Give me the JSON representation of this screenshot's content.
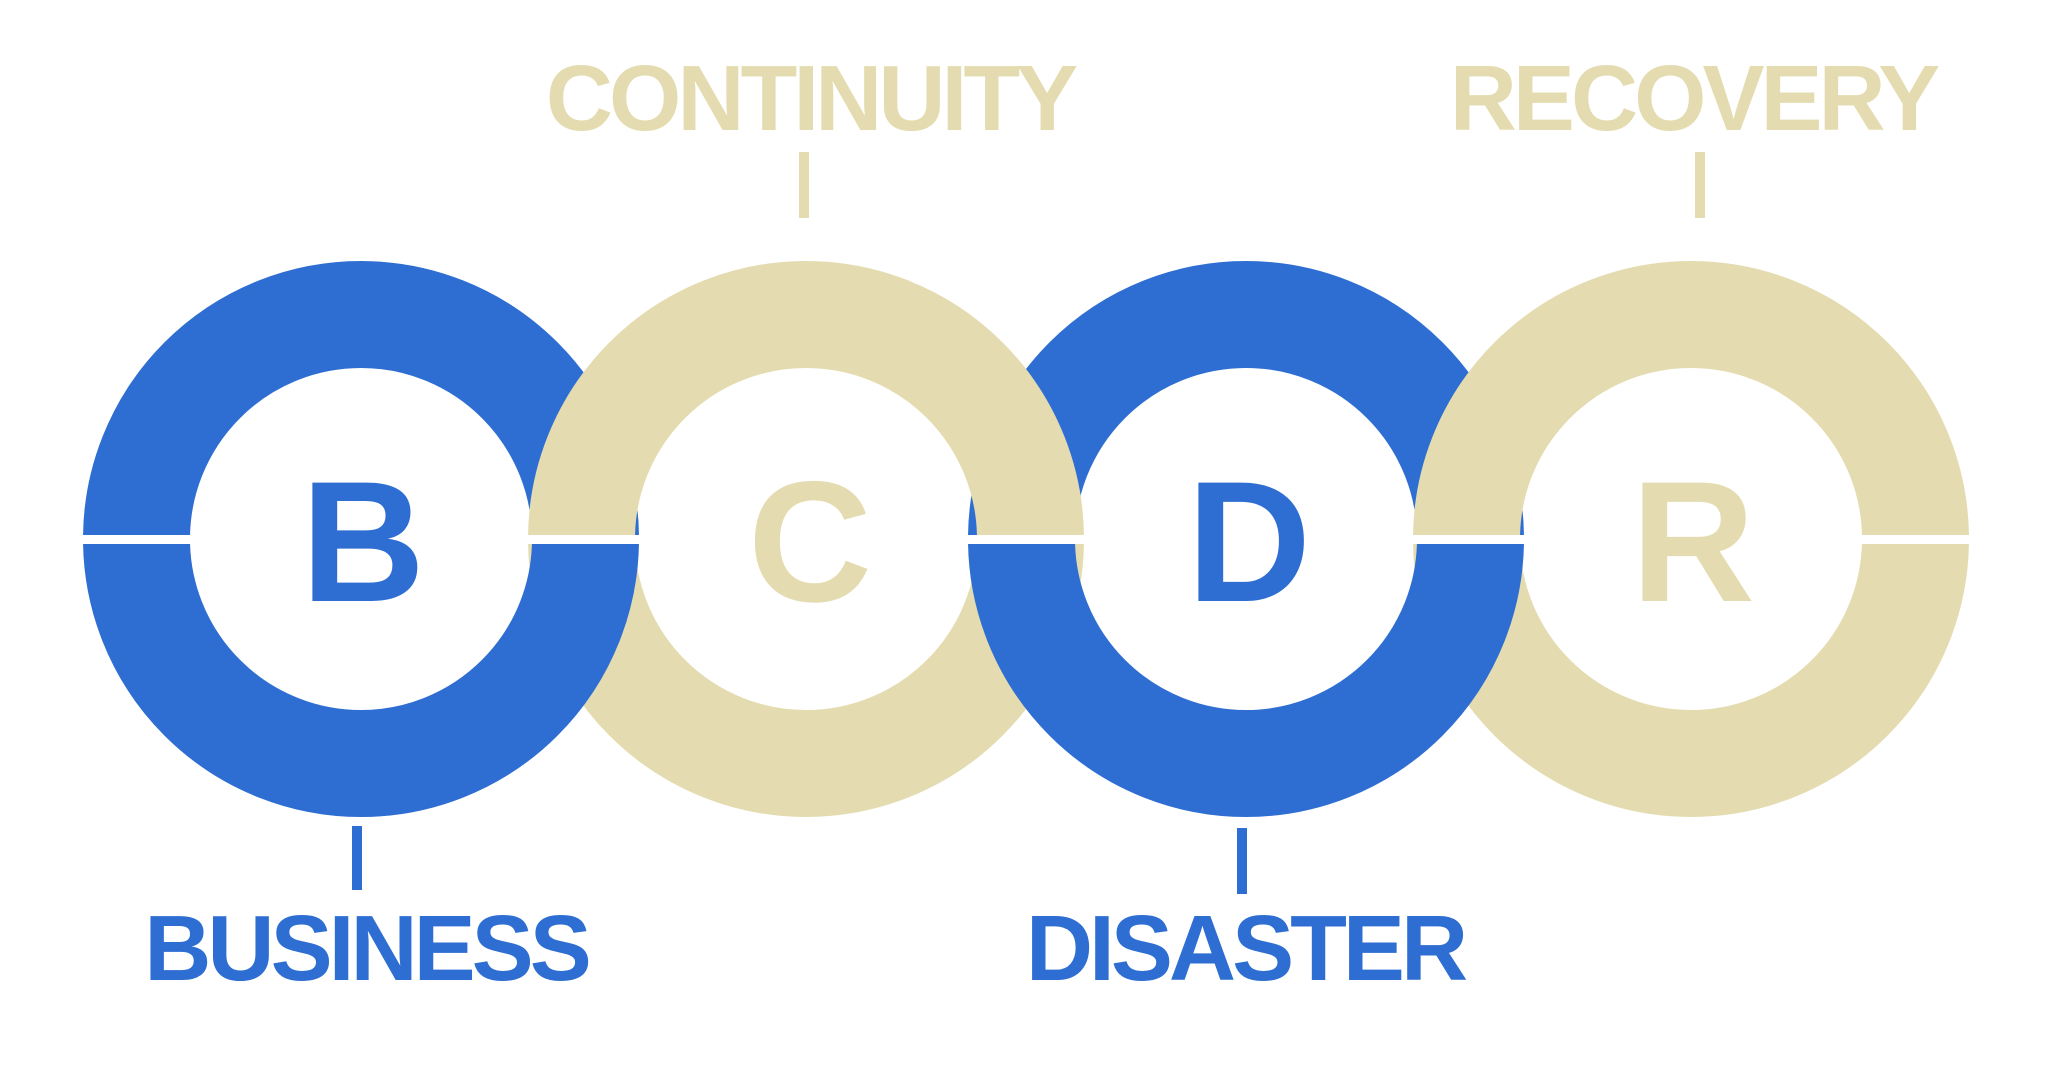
{
  "diagram": {
    "background": "#FFFFFF",
    "rings": [
      {
        "letter": "B",
        "word": "BUSINESS",
        "color_role": "blue",
        "label_position": "bottom"
      },
      {
        "letter": "C",
        "word": "CONTINUITY",
        "color_role": "tan",
        "label_position": "top"
      },
      {
        "letter": "D",
        "word": "DISASTER",
        "color_role": "blue",
        "label_position": "bottom"
      },
      {
        "letter": "R",
        "word": "RECOVERY",
        "color_role": "tan",
        "label_position": "top"
      }
    ],
    "colors": {
      "blue": "#2E6ED2",
      "tan": "#E4DCB0"
    }
  }
}
